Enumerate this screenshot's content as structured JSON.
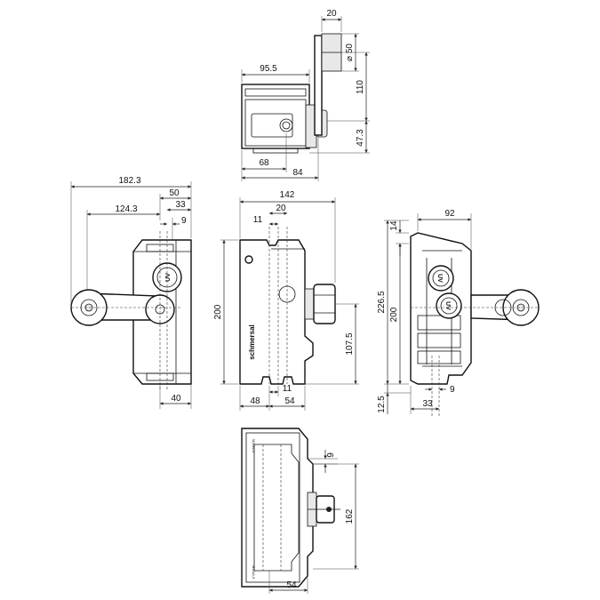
{
  "dimensions": {
    "top_view": {
      "width_20": "20",
      "dia_50": "⌀ 50",
      "w_95_5": "95.5",
      "h_110": "110",
      "h_47_3": "47.3",
      "w_68": "68",
      "w_84": "84"
    },
    "left_view": {
      "w_182_3": "182.3",
      "w_50": "50",
      "w_33": "33",
      "w_124_3": "124.3",
      "w_9": "9",
      "w_40": "40"
    },
    "front_view": {
      "w_142": "142",
      "w_11_top": "11",
      "w_20": "20",
      "h_200": "200",
      "h_107_5": "107.5",
      "w_48": "48",
      "w_54": "54",
      "w_11_bottom": "11"
    },
    "right_view": {
      "w_92": "92",
      "h_14": "14",
      "h_226_5": "226.5",
      "h_200": "200",
      "h_12_5": "12.5",
      "w_33": "33",
      "w_9": "9"
    },
    "bottom_view": {
      "w_9": "9",
      "h_162": "162",
      "w_54": "54"
    }
  },
  "labels": {
    "brand": "schmersal",
    "uv_mark": "UV",
    "port_label": "M20x1,5"
  }
}
